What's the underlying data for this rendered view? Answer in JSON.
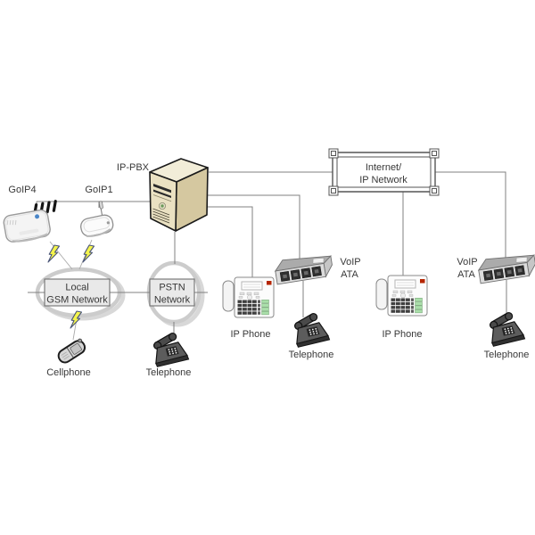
{
  "labels": {
    "goip4": "GoIP4",
    "goip1": "GoIP1",
    "ippbx": "IP-PBX",
    "internet1": "Internet/",
    "internet2": "IP Network",
    "gsm1": "Local",
    "gsm2": "GSM Network",
    "pstn1": "PSTN",
    "pstn2": "Network",
    "cellphone": "Cellphone",
    "telephone_pstn": "Telephone",
    "ipphone_left": "IP Phone",
    "voip_left1": "VoIP",
    "voip_left2": "ATA",
    "telephone_ata_left": "Telephone",
    "ipphone_right": "IP Phone",
    "voip_right1": "VoIP",
    "voip_right2": "ATA",
    "telephone_ata_right": "Telephone"
  },
  "colors": {
    "connector_line": "#808080",
    "wireless_line": "#aaaaaa",
    "label_text": "#383838",
    "server_front": "#eae1c2",
    "server_side": "#d5c8a0",
    "server_top": "#f2edd8",
    "bolt_fill": "#f4f44c",
    "bolt_outline": "#4a5578",
    "network_box_fill": "#e9e9e9",
    "network_box_border": "#6f6f6f",
    "ellipse_ring": "#cccccc",
    "phone_green_keys": "#aadfaa",
    "phone_red_led": "#b52500",
    "ata_top": "#ababab",
    "ata_front": "#dcdcdc"
  },
  "devices": [
    "goip4-gsm-gateway",
    "goip1-gsm-gateway",
    "ip-pbx-server",
    "internet-ip-network-box",
    "local-gsm-network-cloud",
    "pstn-network-cloud",
    "ip-phone",
    "voip-ata",
    "telephone",
    "cellphone",
    "lightning-bolt"
  ]
}
